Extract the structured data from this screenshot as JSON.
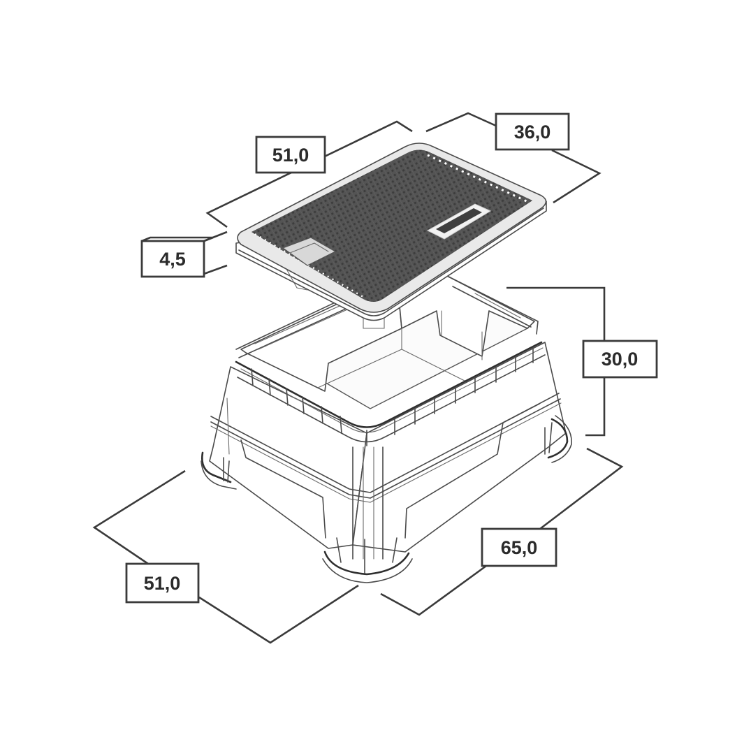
{
  "drawing": {
    "subject": "Valve box with lid",
    "units_note": "",
    "colors": {
      "line": "#3a3a3a",
      "lid_surface": "#4d4d4d",
      "background": "#ffffff"
    }
  },
  "dimensions": {
    "lid_length": {
      "label": "51,0"
    },
    "lid_width": {
      "label": "36,0"
    },
    "lid_height": {
      "label": "4,5"
    },
    "box_height": {
      "label": "30,0"
    },
    "base_width": {
      "label": "51,0"
    },
    "base_length": {
      "label": "65,0"
    }
  }
}
